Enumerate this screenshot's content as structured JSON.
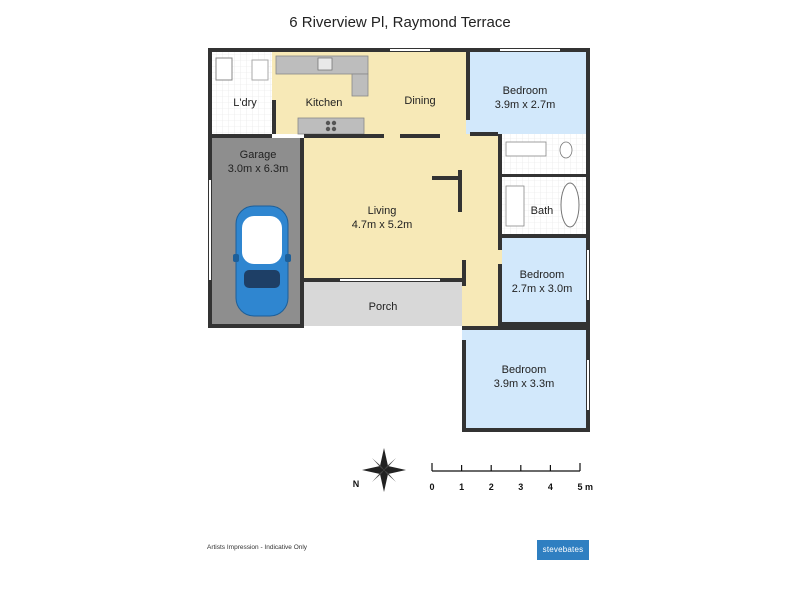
{
  "title": "6 Riverview Pl, Raymond Terrace",
  "rooms": {
    "laundry": {
      "name": "L'dry"
    },
    "kitchen": {
      "name": "Kitchen"
    },
    "dining": {
      "name": "Dining"
    },
    "bedroom1": {
      "name": "Bedroom",
      "size": "3.9m x 2.7m"
    },
    "garage": {
      "name": "Garage",
      "size": "3.0m x 6.3m"
    },
    "living": {
      "name": "Living",
      "size": "4.7m x 5.2m"
    },
    "bath": {
      "name": "Bath"
    },
    "bedroom2": {
      "name": "Bedroom",
      "size": "2.7m x 3.0m"
    },
    "porch": {
      "name": "Porch"
    },
    "bedroom3": {
      "name": "Bedroom",
      "size": "3.9m x 3.3m"
    }
  },
  "compass": {
    "label": "N"
  },
  "scale": {
    "ticks": [
      "0",
      "1",
      "2",
      "3",
      "4",
      "5"
    ],
    "unit": "m"
  },
  "footer": {
    "disclaimer": "Artists Impression - Indicative Only",
    "logo_text": "stevebates"
  },
  "colors": {
    "floor_beige": "#f7e9b7",
    "bedroom_blue": "#d2e8fb",
    "garage_grey": "#8e8e8e",
    "porch_grey": "#d8d8d8",
    "wall": "#333333",
    "car": "#2f86d0",
    "logo": "#2f7fc1"
  }
}
